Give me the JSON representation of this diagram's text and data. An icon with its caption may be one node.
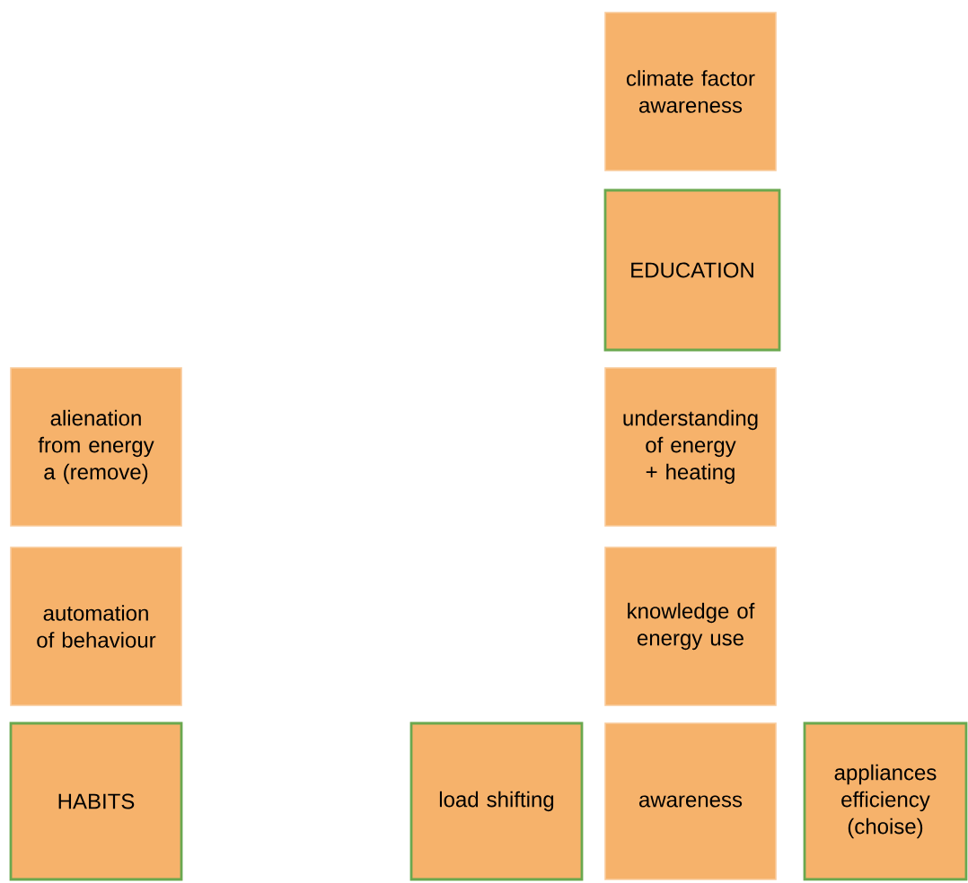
{
  "diagram": {
    "nodes": [
      {
        "text": [
          "climate factor awareness"
        ]
      },
      {
        "text": [
          "EDUCATION"
        ]
      },
      {
        "text": [
          "alienation from energy a (remove)"
        ]
      },
      {
        "text": [
          "understanding of energy + heating"
        ]
      },
      {
        "text": [
          "automation of behaviour"
        ]
      },
      {
        "text": [
          "knowledge of energy use"
        ]
      },
      {
        "text": [
          "HABITS"
        ]
      },
      {
        "text": [
          "load shifting"
        ]
      },
      {
        "text": [
          "awareness"
        ]
      },
      {
        "text": [
          "appliances efficiency (choise)"
        ]
      }
    ]
  }
}
